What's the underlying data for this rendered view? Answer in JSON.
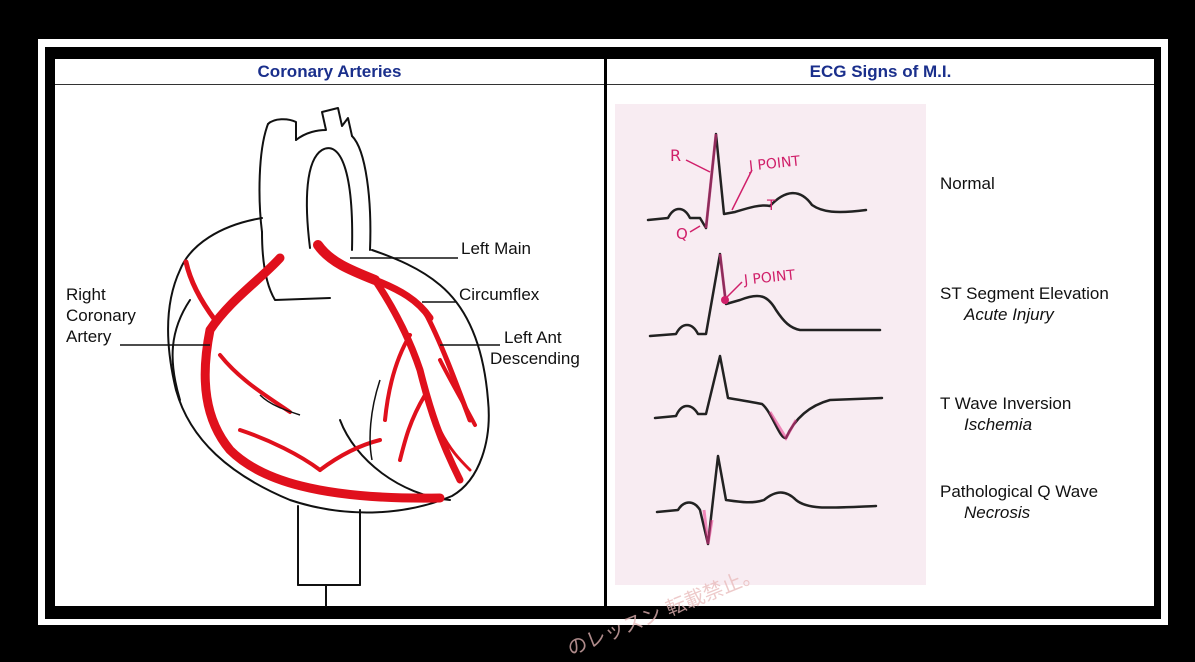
{
  "headers": {
    "left": "Coronary Arteries",
    "right": "ECG Signs of M.I."
  },
  "heart_labels": {
    "right_coronary": [
      "Right",
      "Coronary",
      "Artery"
    ],
    "left_main": "Left Main",
    "circumflex": "Circumflex",
    "left_ant_descending": [
      "Left Ant",
      "Descending"
    ]
  },
  "ecg": {
    "normal": {
      "title": "Normal"
    },
    "st_elevation": {
      "title": "ST Segment Elevation",
      "subtitle": "Acute Injury"
    },
    "t_inversion": {
      "title": "T Wave Inversion",
      "subtitle": "Ischemia"
    },
    "q_wave": {
      "title": "Pathological Q Wave",
      "subtitle": "Necrosis"
    },
    "annotations": {
      "r": "R",
      "q": "Q",
      "t": "T",
      "j_point_1": "J POINT",
      "j_point_2": "J POINT"
    }
  },
  "watermark": "のレッスン 転載禁止。",
  "colors": {
    "header_text": "#1a2f8c",
    "artery": "#e0101c",
    "annotation": "#d0206a",
    "ecg_bg": "#f8ecf2"
  }
}
